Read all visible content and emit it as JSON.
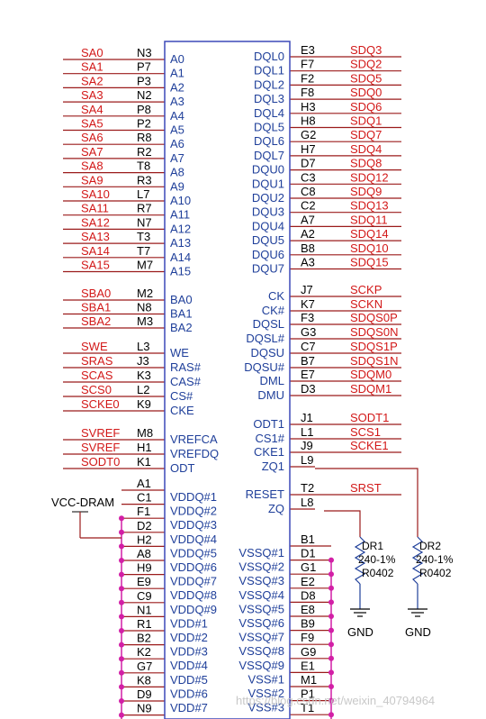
{
  "left_pins": [
    {
      "net": "SA0",
      "num": "N3",
      "label": "A0"
    },
    {
      "net": "SA1",
      "num": "P7",
      "label": "A1"
    },
    {
      "net": "SA2",
      "num": "P3",
      "label": "A2"
    },
    {
      "net": "SA3",
      "num": "N2",
      "label": "A3"
    },
    {
      "net": "SA4",
      "num": "P8",
      "label": "A4"
    },
    {
      "net": "SA5",
      "num": "P2",
      "label": "A5"
    },
    {
      "net": "SA6",
      "num": "R8",
      "label": "A6"
    },
    {
      "net": "SA7",
      "num": "R2",
      "label": "A7"
    },
    {
      "net": "SA8",
      "num": "T8",
      "label": "A8"
    },
    {
      "net": "SA9",
      "num": "R3",
      "label": "A9"
    },
    {
      "net": "SA10",
      "num": "L7",
      "label": "A10"
    },
    {
      "net": "SA11",
      "num": "R7",
      "label": "A11"
    },
    {
      "net": "SA12",
      "num": "N7",
      "label": "A12"
    },
    {
      "net": "SA13",
      "num": "T3",
      "label": "A13"
    },
    {
      "net": "SA14",
      "num": "T7",
      "label": "A14"
    },
    {
      "net": "SA15",
      "num": "M7",
      "label": "A15"
    },
    {
      "net": "SBA0",
      "num": "M2",
      "label": "BA0"
    },
    {
      "net": "SBA1",
      "num": "N8",
      "label": "BA1"
    },
    {
      "net": "SBA2",
      "num": "M3",
      "label": "BA2"
    },
    {
      "net": "SWE",
      "num": "L3",
      "label": "WE"
    },
    {
      "net": "SRAS",
      "num": "J3",
      "label": "RAS#"
    },
    {
      "net": "SCAS",
      "num": "K3",
      "label": "CAS#"
    },
    {
      "net": "SCS0",
      "num": "L2",
      "label": "CS#"
    },
    {
      "net": "SCKE0",
      "num": "K9",
      "label": "CKE"
    },
    {
      "net": "SVREF",
      "num": "M8",
      "label": "VREFCA"
    },
    {
      "net": "SVREF",
      "num": "H1",
      "label": "VREFDQ"
    },
    {
      "net": "SODT0",
      "num": "K1",
      "label": "ODT"
    }
  ],
  "right_pins": [
    {
      "label": "DQL0",
      "num": "E3",
      "net": "SDQ3"
    },
    {
      "label": "DQL1",
      "num": "F7",
      "net": "SDQ2"
    },
    {
      "label": "DQL2",
      "num": "F2",
      "net": "SDQ5"
    },
    {
      "label": "DQL3",
      "num": "F8",
      "net": "SDQ0"
    },
    {
      "label": "DQL4",
      "num": "H3",
      "net": "SDQ6"
    },
    {
      "label": "DQL5",
      "num": "H8",
      "net": "SDQ1"
    },
    {
      "label": "DQL6",
      "num": "G2",
      "net": "SDQ7"
    },
    {
      "label": "DQL7",
      "num": "H7",
      "net": "SDQ4"
    },
    {
      "label": "DQU0",
      "num": "D7",
      "net": "SDQ8"
    },
    {
      "label": "DQU1",
      "num": "C3",
      "net": "SDQ12"
    },
    {
      "label": "DQU2",
      "num": "C8",
      "net": "SDQ9"
    },
    {
      "label": "DQU3",
      "num": "C2",
      "net": "SDQ13"
    },
    {
      "label": "DQU4",
      "num": "A7",
      "net": "SDQ11"
    },
    {
      "label": "DQU5",
      "num": "A2",
      "net": "SDQ14"
    },
    {
      "label": "DQU6",
      "num": "B8",
      "net": "SDQ10"
    },
    {
      "label": "DQU7",
      "num": "A3",
      "net": "SDQ15"
    },
    {
      "label": "CK",
      "num": "J7",
      "net": "SCKP"
    },
    {
      "label": "CK#",
      "num": "K7",
      "net": "SCKN"
    },
    {
      "label": "DQSL",
      "num": "F3",
      "net": "SDQS0P"
    },
    {
      "label": "DQSL#",
      "num": "G3",
      "net": "SDQS0N"
    },
    {
      "label": "DQSU",
      "num": "C7",
      "net": "SDQS1P"
    },
    {
      "label": "DQSU#",
      "num": "B7",
      "net": "SDQS1N"
    },
    {
      "label": "DML",
      "num": "E7",
      "net": "SDQM0"
    },
    {
      "label": "DMU",
      "num": "D3",
      "net": "SDQM1"
    },
    {
      "label": "ODT1",
      "num": "J1",
      "net": "SODT1"
    },
    {
      "label": "CS1#",
      "num": "L1",
      "net": "SCS1"
    },
    {
      "label": "CKE1",
      "num": "J9",
      "net": "SCKE1"
    },
    {
      "label": "ZQ1",
      "num": "L9",
      "net": ""
    },
    {
      "label": "RESET",
      "num": "T2",
      "net": "SRST"
    },
    {
      "label": "ZQ",
      "num": "L8",
      "net": ""
    }
  ],
  "power_left": [
    {
      "num": "A1",
      "label": "VDDQ#1"
    },
    {
      "num": "C1",
      "label": "VDDQ#2"
    },
    {
      "num": "F1",
      "label": "VDDQ#3"
    },
    {
      "num": "D2",
      "label": "VDDQ#4"
    },
    {
      "num": "H2",
      "label": "VDDQ#5"
    },
    {
      "num": "A8",
      "label": "VDDQ#6"
    },
    {
      "num": "H9",
      "label": "VDDQ#7"
    },
    {
      "num": "E9",
      "label": "VDDQ#8"
    },
    {
      "num": "C9",
      "label": "VDDQ#9"
    },
    {
      "num": "N1",
      "label": "VDD#1"
    },
    {
      "num": "R1",
      "label": "VDD#2"
    },
    {
      "num": "B2",
      "label": "VDD#3"
    },
    {
      "num": "K2",
      "label": "VDD#4"
    },
    {
      "num": "G7",
      "label": "VDD#5"
    },
    {
      "num": "K8",
      "label": "VDD#6"
    },
    {
      "num": "D9",
      "label": "VDD#7"
    },
    {
      "num": "N9",
      "label": ""
    }
  ],
  "power_right": [
    {
      "label": "VSSQ#1",
      "num": "B1"
    },
    {
      "label": "VSSQ#2",
      "num": "D1"
    },
    {
      "label": "VSSQ#3",
      "num": "G1"
    },
    {
      "label": "VSSQ#4",
      "num": "E2"
    },
    {
      "label": "VSSQ#5",
      "num": "D8"
    },
    {
      "label": "VSSQ#6",
      "num": "E8"
    },
    {
      "label": "VSSQ#7",
      "num": "B9"
    },
    {
      "label": "VSSQ#8",
      "num": "F9"
    },
    {
      "label": "VSSQ#9",
      "num": "G9"
    },
    {
      "label": "VSS#1",
      "num": "E1"
    },
    {
      "label": "VSS#2",
      "num": "M1"
    },
    {
      "label": "VSS#3",
      "num": "P1"
    },
    {
      "label": "",
      "num": "T1"
    }
  ],
  "vcc_label": "VCC-DRAM",
  "resistors": [
    {
      "ref": "DR1",
      "value": "240-1%",
      "package": "R0402",
      "gnd": "GND"
    },
    {
      "ref": "DR2",
      "value": "240-1%",
      "package": "R0402",
      "gnd": "GND"
    }
  ],
  "watermark": "https://blog.csdn.net/weixin_40794964",
  "colors": {
    "net": "#d21818",
    "pin_label": "#1f3f9a",
    "body": "#3c49b8",
    "power_bus": "#d21fa6"
  }
}
